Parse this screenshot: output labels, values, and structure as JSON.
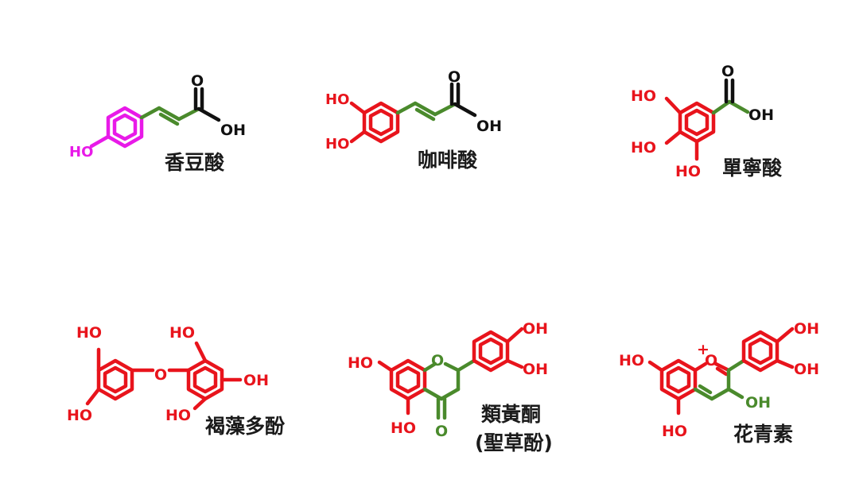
{
  "colors": {
    "hydroxyl_red": "#e8141c",
    "hydroxyl_magenta": "#e81ae8",
    "backbone_green": "#4a8a2c",
    "carbonyl_black": "#111111",
    "label_text": "#1a1a1a"
  },
  "molecules": [
    {
      "name": "香豆酸",
      "atoms": {
        "o_double": "O",
        "oh": "OH",
        "ho": "HO"
      }
    },
    {
      "name": "咖啡酸",
      "atoms": {
        "o_double": "O",
        "oh": "OH",
        "ho_top": "HO",
        "ho_bottom": "HO"
      }
    },
    {
      "name": "單寧酸",
      "atoms": {
        "o_double": "O",
        "oh": "OH",
        "ho_top": "HO",
        "ho_mid": "HO",
        "ho_bottom": "HO"
      }
    },
    {
      "name": "褐藻多酚",
      "atoms": {
        "ho_1": "HO",
        "ho_2": "HO",
        "ether_o": "O",
        "ho_3": "HO",
        "oh_4": "OH",
        "ho_5": "HO"
      }
    },
    {
      "name": "類黃酮",
      "name_line2": "(聖草酚)",
      "atoms": {
        "ho_a7": "HO",
        "ring_o": "O",
        "oh_3p": "OH",
        "oh_4p": "OH",
        "ho_a5": "HO",
        "keto_o": "O"
      }
    },
    {
      "name": "花青素",
      "atoms": {
        "ho_a7": "HO",
        "plus": "+",
        "ring_o": "O",
        "oh_3p": "OH",
        "oh_4p": "OH",
        "oh_c3": "OH",
        "ho_a5": "HO"
      }
    }
  ]
}
